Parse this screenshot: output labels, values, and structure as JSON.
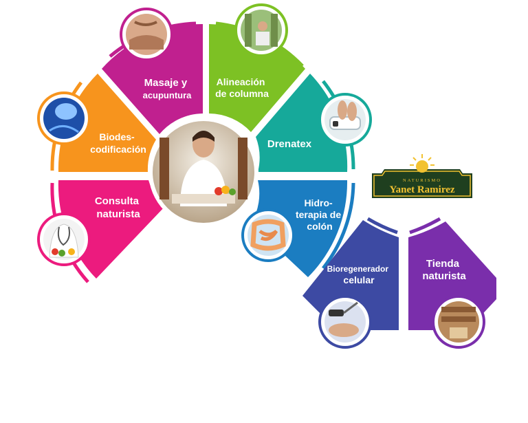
{
  "colors": {
    "magenta": "#c0208f",
    "lime": "#7dc124",
    "orange": "#f7941d",
    "teal": "#16a99a",
    "pink": "#ec1b7e",
    "blue": "#1b7dc1",
    "indigo": "#3d4aa3",
    "purple": "#7a2eab"
  },
  "services": [
    {
      "id": "masaje",
      "lines": [
        "Masaje y",
        "acupuntura"
      ],
      "color": "#c0208f",
      "icon": "massage-photo-icon"
    },
    {
      "id": "alineacion",
      "lines": [
        "Alineación",
        "de columna"
      ],
      "color": "#7dc124",
      "icon": "spine-alignment-photo-icon"
    },
    {
      "id": "biodes",
      "lines": [
        "Biodes-",
        "codificación"
      ],
      "color": "#f7941d",
      "icon": "brain-photo-icon"
    },
    {
      "id": "drenatex",
      "lines": [
        "Drenatex"
      ],
      "color": "#16a99a",
      "icon": "foot-bath-photo-icon"
    },
    {
      "id": "consulta",
      "lines": [
        "Consulta",
        "naturista"
      ],
      "color": "#ec1b7e",
      "icon": "doctor-photo-icon"
    },
    {
      "id": "hidro",
      "lines": [
        "Hidro-",
        "terapia de",
        "colón"
      ],
      "color": "#1b7dc1",
      "icon": "intestine-photo-icon"
    },
    {
      "id": "bioregenerador",
      "lines": [
        "Bioregenerador",
        "celular"
      ],
      "color": "#3d4aa3",
      "icon": "therapy-device-photo-icon"
    },
    {
      "id": "tienda",
      "lines": [
        "Tienda",
        "naturista"
      ],
      "color": "#7a2eab",
      "icon": "store-photo-icon"
    }
  ],
  "logo": {
    "small_text": "NATURISMO",
    "brand": "Yanet Ramirez"
  }
}
